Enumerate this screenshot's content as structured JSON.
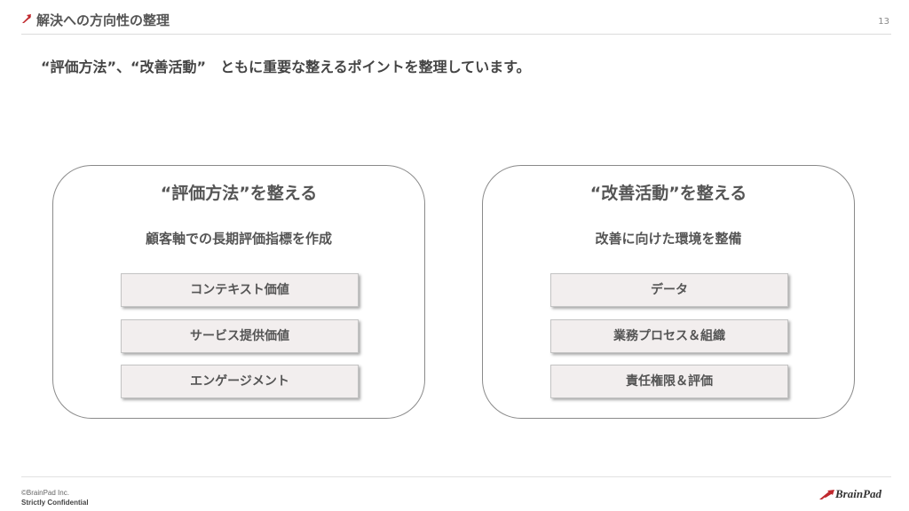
{
  "header": {
    "title": "解決への方向性の整理",
    "page_number": "13",
    "accent_color": "#c0282d"
  },
  "subtitle": "“評価方法”、“改善活動”　ともに重要な整えるポイントを整理しています。",
  "panels": [
    {
      "title": "“評価方法”を整える",
      "description": "顧客軸での長期評価指標を作成",
      "items": [
        {
          "label": "コンテキスト価値"
        },
        {
          "label": "サービス提供価値"
        },
        {
          "label": "エンゲージメント"
        }
      ]
    },
    {
      "title": "“改善活動”を整える",
      "description": "改善に向けた環境を整備",
      "items": [
        {
          "label": "データ"
        },
        {
          "label": "業務プロセス＆組織"
        },
        {
          "label": "責任権限＆評価"
        }
      ]
    }
  ],
  "footer": {
    "copyright": "©BrainPad Inc.",
    "confidential": "Strictly Confidential",
    "logo_text": "BrainPad",
    "logo_icon": "brainpad-logo-icon"
  }
}
